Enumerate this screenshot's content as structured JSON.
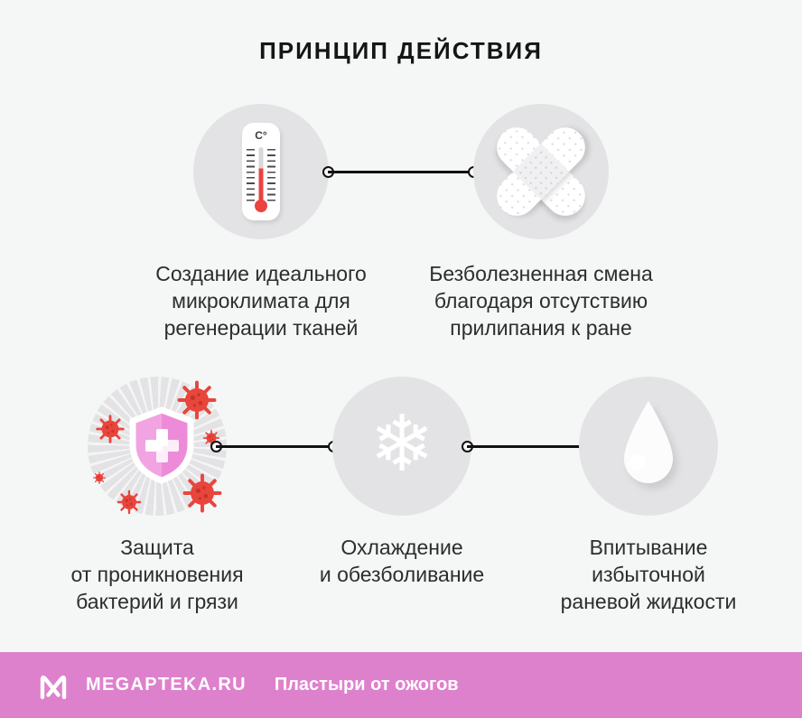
{
  "title": "ПРИНЦИП ДЕЙСТВИЯ",
  "steps": [
    {
      "id": "microclimate",
      "icon": "thermometer-icon",
      "label": "Создание идеального\nмикроклимата для\nрегенерации тканей"
    },
    {
      "id": "painless-change",
      "icon": "crossed-plasters-icon",
      "label": "Безболезненная смена\nблагодаря отсутствию\nприлипания к ране"
    },
    {
      "id": "protection",
      "icon": "shield-viruses-icon",
      "label": "Защита\nот проникновения\nбактерий и грязи"
    },
    {
      "id": "cooling",
      "icon": "snowflake-icon",
      "label": "Охлаждение\nи обезболивание"
    },
    {
      "id": "absorption",
      "icon": "water-drop-icon",
      "label": "Впитывание\nизбыточной\nраневой жидкости"
    }
  ],
  "thermometer_unit": "C°",
  "snowflake_glyph": "❄",
  "footer": {
    "brand": "MEGAPTEKA.RU",
    "subtitle": "Пластыри от ожогов"
  },
  "colors": {
    "background": "#f5f6f6",
    "circle_gray": "#e3e3e5",
    "footer_pink": "#de81cd",
    "shield_pink": "#ee8bd9",
    "virus_red": "#e8453c",
    "mercury_red": "#ea4340",
    "text_dark": "#2d2d2d",
    "connector_black": "#111111"
  }
}
